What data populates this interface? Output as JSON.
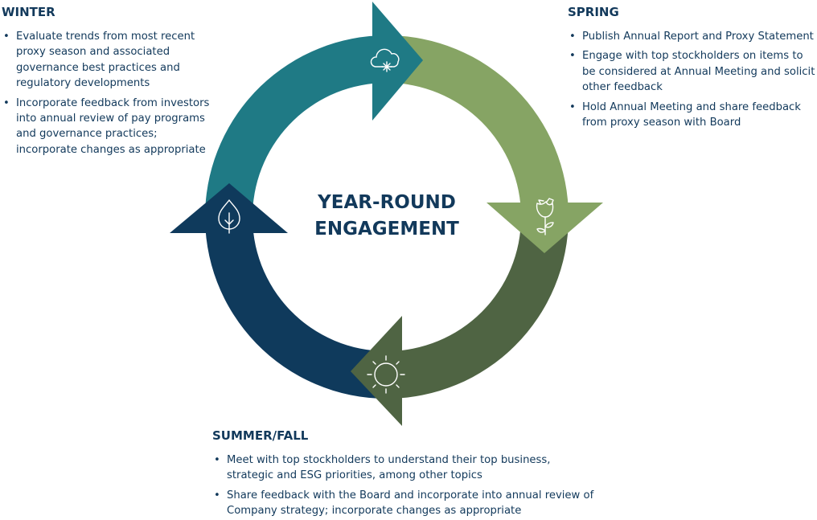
{
  "center": {
    "line1": "YEAR-ROUND",
    "line2": "ENGAGEMENT"
  },
  "colors": {
    "winter": "#1f7a85",
    "spring": "#86a464",
    "summer_fall": "#4f6443",
    "navy": "#0f3a5c",
    "text": "#12395b"
  },
  "seasons": {
    "winter": {
      "title": "WINTER",
      "icon": "cloud-snow-icon",
      "items": [
        "Evaluate trends from most recent proxy season and associated governance best practices and regulatory developments",
        "Incorporate feedback from investors into annual review of pay programs and governance practices; incorporate changes as appropriate"
      ]
    },
    "spring": {
      "title": "SPRING",
      "icon": "rose-icon",
      "items": [
        "Publish Annual Report and Proxy Statement",
        "Engage with top stockholders on items to be considered at Annual Meeting and solicit other feedback",
        "Hold Annual Meeting and share feedback from proxy season with Board"
      ]
    },
    "summer_fall": {
      "title": "SUMMER/FALL",
      "icon": "sun-icon",
      "items": [
        "Meet with top stockholders to understand their top business, strategic and ESG priorities, among other topics",
        "Share feedback with the Board and incorporate into annual review of Company strategy; incorporate changes as appropriate"
      ]
    },
    "fall_leaf": {
      "icon": "leaf-icon"
    }
  }
}
